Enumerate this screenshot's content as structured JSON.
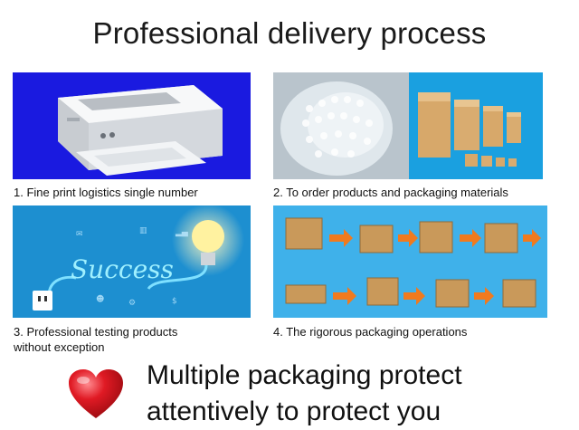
{
  "title": "Professional delivery process",
  "steps": [
    {
      "caption": "1. Fine print logistics single number",
      "illustration": "printer-icon"
    },
    {
      "caption": "2. To order products and packaging materials",
      "illustration": "bubble-wrap-and-boxes"
    },
    {
      "caption_line1": "3. Professional testing products",
      "caption_line2": "without exception",
      "illustration": "lightbulb-success",
      "graphic_text": "Success"
    },
    {
      "caption": "4. The rigorous packaging operations",
      "illustration": "box-packing-sequence"
    }
  ],
  "slogan": {
    "line1": "Multiple packaging protect",
    "line2": "attentively to protect you"
  },
  "colors": {
    "panel1_bg": "#1a1ae0",
    "panel3_bg": "#1d8fd0",
    "panel4_bg": "#3fb1ea",
    "heart": "#d8141c",
    "arrow": "#f07a1e"
  }
}
